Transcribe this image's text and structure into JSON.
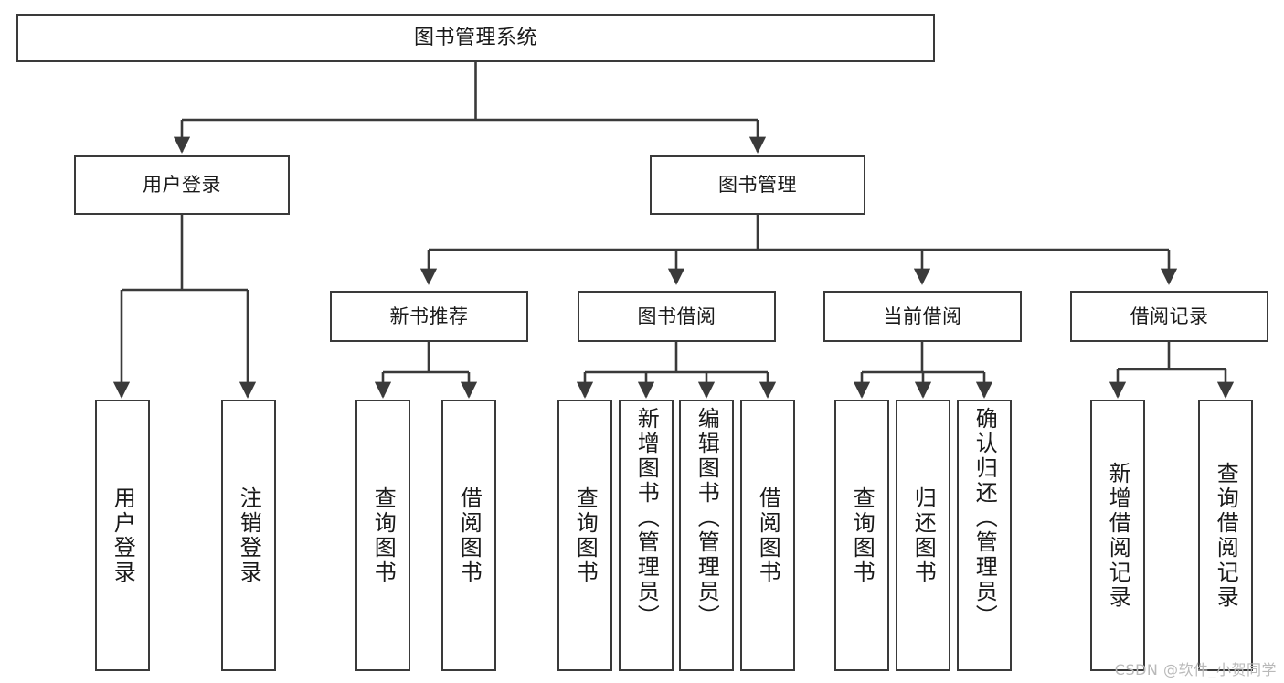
{
  "diagram": {
    "type": "hierarchy-tree",
    "title": "图书管理系统",
    "watermark": "CSDN @软件_小贺同学",
    "colors": {
      "box_border": "#3a3a3a",
      "box_fill": "#ffffff",
      "edge": "#3a3a3a",
      "text": "#1a1a1a",
      "watermark": "#b9b9b9"
    },
    "root": {
      "label": "图书管理系统"
    },
    "level2": [
      {
        "label": "用户登录"
      },
      {
        "label": "图书管理"
      }
    ],
    "level3": [
      {
        "label": "新书推荐"
      },
      {
        "label": "图书借阅"
      },
      {
        "label": "当前借阅"
      },
      {
        "label": "借阅记录"
      }
    ],
    "leaves": {
      "user_login": [
        {
          "label": "用户登录"
        },
        {
          "label": "注销登录"
        }
      ],
      "new_book_recommend": [
        {
          "label": "查询图书"
        },
        {
          "label": "借阅图书"
        }
      ],
      "book_borrow": [
        {
          "label": "查询图书"
        },
        {
          "label": "新增图书（管理员）"
        },
        {
          "label": "编辑图书（管理员）"
        },
        {
          "label": "借阅图书"
        }
      ],
      "current_borrow": [
        {
          "label": "查询图书"
        },
        {
          "label": "归还图书"
        },
        {
          "label": "确认归还（管理员）"
        }
      ],
      "borrow_record": [
        {
          "label": "新增借阅记录"
        },
        {
          "label": "查询借阅记录"
        }
      ]
    }
  }
}
